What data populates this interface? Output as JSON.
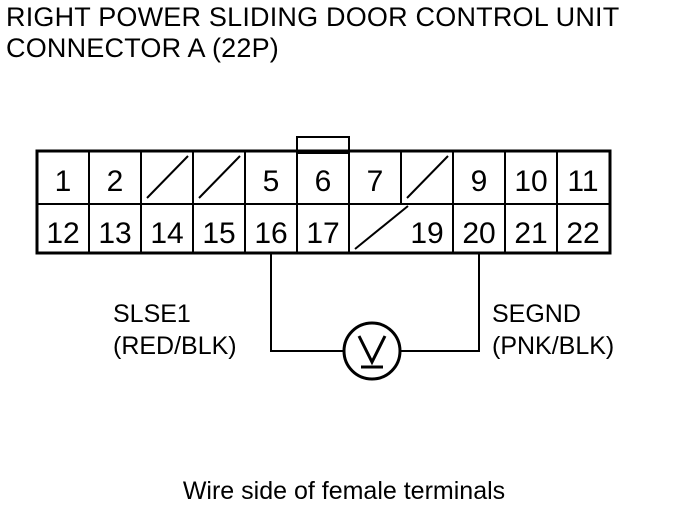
{
  "title": {
    "line1": "RIGHT POWER SLIDING DOOR CONTROL UNIT",
    "line2": "CONNECTOR A (22P)"
  },
  "connector": {
    "top_row": [
      "1",
      "2",
      "",
      "",
      "5",
      "6",
      "7",
      "",
      "9",
      "10",
      "11"
    ],
    "bottom_row": [
      "12",
      "13",
      "14",
      "15",
      "16",
      "17",
      "",
      "",
      "19",
      "20",
      "21",
      "22"
    ]
  },
  "probes": {
    "left": {
      "signal": "SLSE1",
      "wire": "(RED/BLK)"
    },
    "right": {
      "signal": "SEGND",
      "wire": "(PNK/BLK)"
    },
    "meter_symbol": "V"
  },
  "caption": "Wire side of female terminals"
}
